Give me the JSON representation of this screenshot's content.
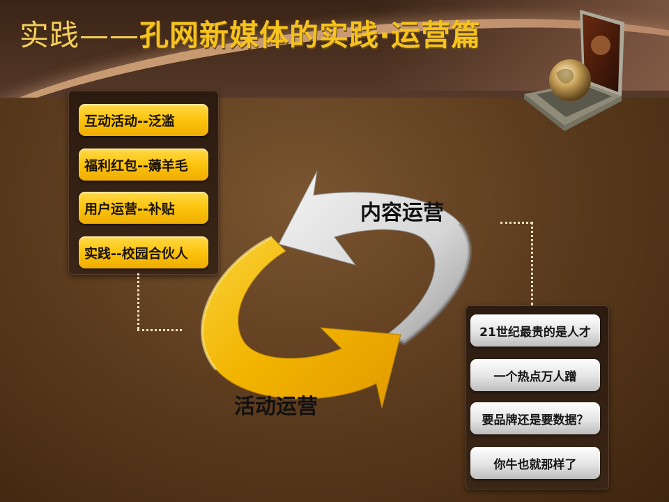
{
  "title": {
    "prefix": "实践——",
    "main": "孔网新媒体的实践·运营篇"
  },
  "decoration": {
    "image": "laptop-with-globe-icon"
  },
  "cycle": {
    "top_label": "内容运营",
    "bottom_label": "活动运营",
    "top_arrow_color": "#d9d9d9",
    "bottom_arrow_color": "#f5b800"
  },
  "left_panel": {
    "items": [
      {
        "label": "互动活动--泛滥"
      },
      {
        "label": "福利红包--薅羊毛"
      },
      {
        "label": "用户运营--补贴"
      },
      {
        "label": "实践--校园合伙人"
      }
    ]
  },
  "right_panel": {
    "items": [
      {
        "label": "21世纪最贵的是人才"
      },
      {
        "label": "一个热点万人蹭"
      },
      {
        "label": "要品牌还是要数据？"
      },
      {
        "label": "你牛也就那样了"
      }
    ]
  },
  "colors": {
    "title_yellow": "#f5c31c",
    "background_brown": "#5e3d1f",
    "chip_yellow": "#fcc40c",
    "chip_grey": "#e4e4e4"
  }
}
